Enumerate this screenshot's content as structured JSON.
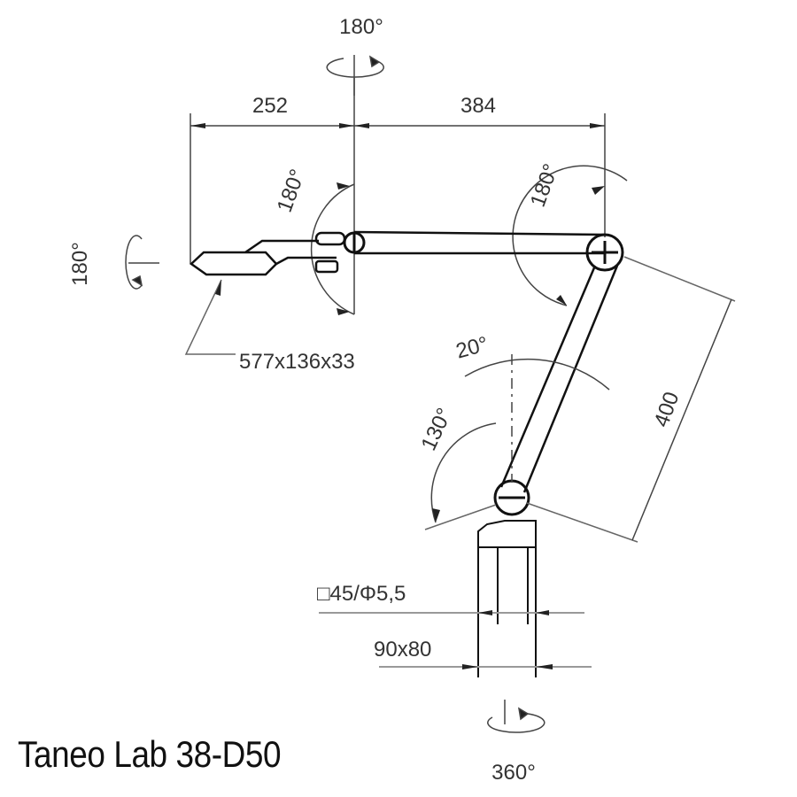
{
  "title": "Taneo Lab 38-D50",
  "dimensions": {
    "head_offset": "252",
    "upper_arm": "384",
    "lower_arm": "400",
    "head_size": "577x136x33",
    "mount_plate": "□45/Φ5,5",
    "base_size": "90x80"
  },
  "angles": {
    "top_rotation": "180°",
    "head_rotation": "180°",
    "head_joint": "180°",
    "elbow_joint": "180°",
    "base_up": "20°",
    "base_down": "130°",
    "base_rotation": "360°"
  }
}
